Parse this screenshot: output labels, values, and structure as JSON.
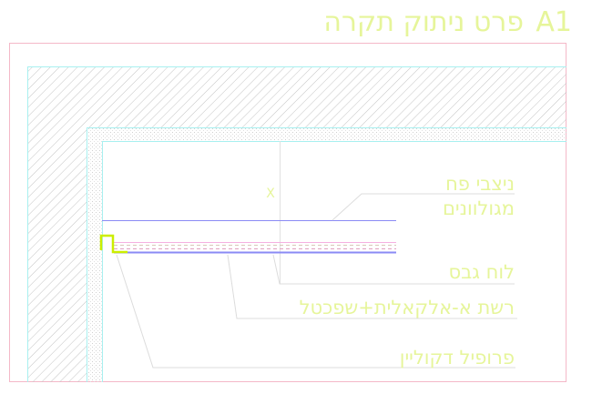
{
  "title": "פרט ניתוק תקרה",
  "detail_id": "A1",
  "axis_marker": "X",
  "labels": {
    "studs_line1": "ניצבי פח",
    "studs_line2": "מגולוונים",
    "gypsum_board": "לוח גבס",
    "mesh": "רשת א-אלקאלית+שפכטל",
    "profile": "פרופיל דקוליין"
  },
  "colors": {
    "text": "#e6f59a",
    "frame": "#f4b8c8",
    "wall_edge": "#a8f0f0",
    "hatch": "#c8c8c8",
    "blue": "#8a8af5",
    "profile": "#ccee00"
  }
}
